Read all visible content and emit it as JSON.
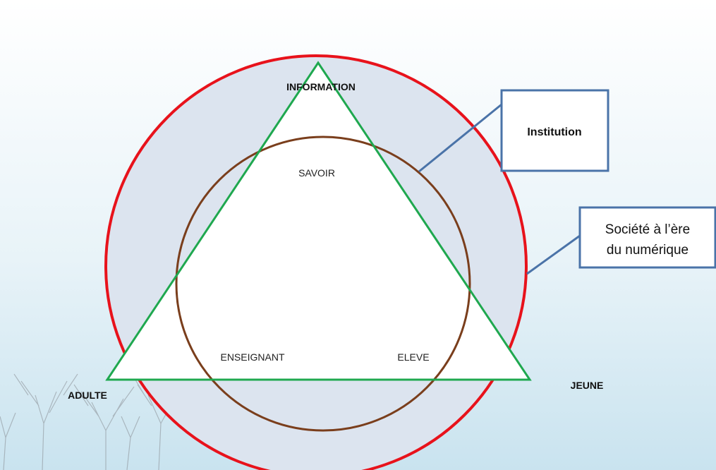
{
  "diagram": {
    "labels": {
      "information": "INFORMATION",
      "savoir": "SAVOIR",
      "enseignant": "ENSEIGNANT",
      "eleve": "ELEVE",
      "adulte": "ADULTE",
      "jeune": "JEUNE"
    },
    "callouts": {
      "institution": "Institution",
      "societe_line1": "Société à l’ère",
      "societe_line2": "du numérique"
    },
    "colors": {
      "outer_circle": "#e8121b",
      "outer_fill": "#dce4ef",
      "inner_circle": "#7a3e1c",
      "triangle": "#1fa84f",
      "callout_border": "#4a73a8",
      "sky_top": "#ffffff",
      "sky_bottom": "#c9e3ef"
    }
  }
}
